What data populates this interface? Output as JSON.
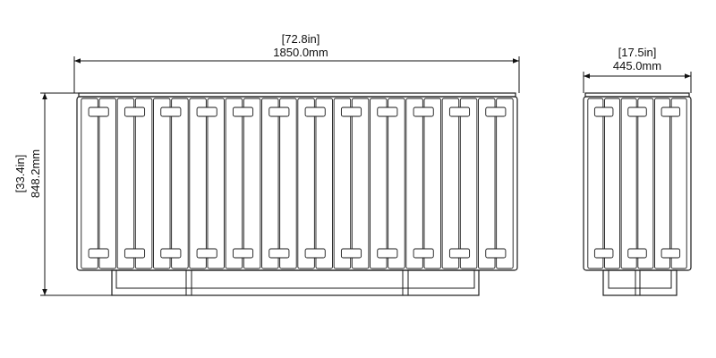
{
  "front_view": {
    "width_in": "[72.8in]",
    "width_mm": "1850.0mm",
    "height_in": "[33.4in]",
    "height_mm": "848.2mm",
    "flute_count": 24
  },
  "side_view": {
    "depth_in": "[17.5in]",
    "depth_mm": "445.0mm",
    "flute_count": 6
  },
  "colors": {
    "line": "#1a1a1a",
    "background": "#ffffff"
  }
}
